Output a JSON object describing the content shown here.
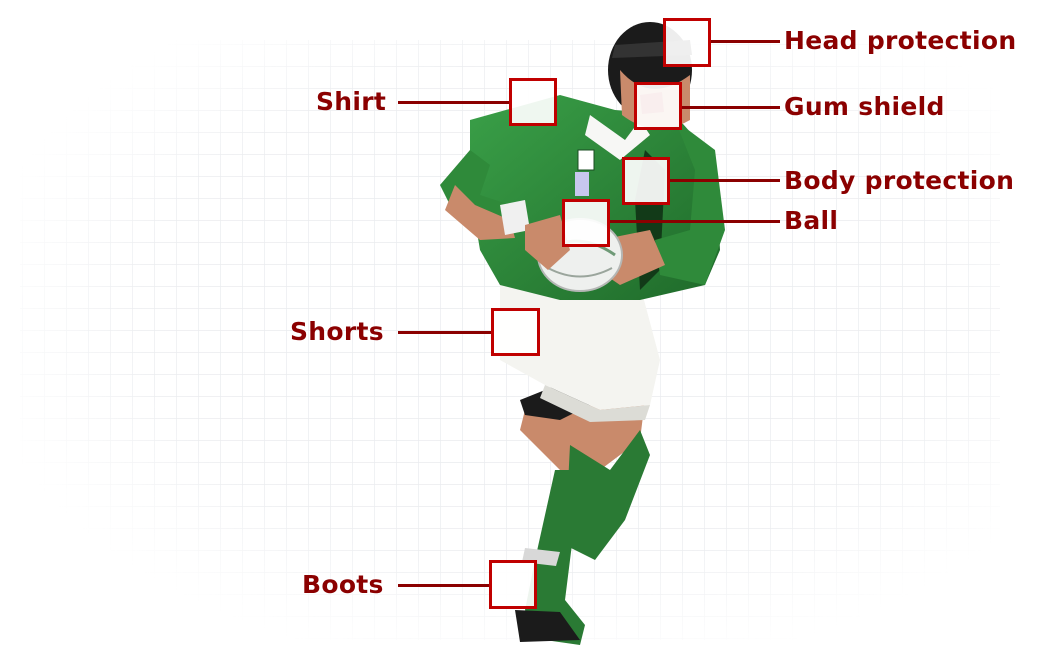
{
  "colors": {
    "label": "#8b0000",
    "hotspot_border": "#c00000",
    "leader": "#8b0000",
    "grid": "#e9ebef",
    "jersey": "#2f8a3a",
    "shorts": "#f4f4f0",
    "skin": "#c98a6b",
    "socks": "#2a7a34",
    "dark": "#1b1b1b"
  },
  "subject": {
    "icon": "rugby-player-illustration"
  },
  "labels": {
    "head_protection": "Head protection",
    "gum_shield": "Gum shield",
    "body_protection": "Body protection",
    "ball": "Ball",
    "shirt": "Shirt",
    "shorts": "Shorts",
    "boots": "Boots"
  }
}
